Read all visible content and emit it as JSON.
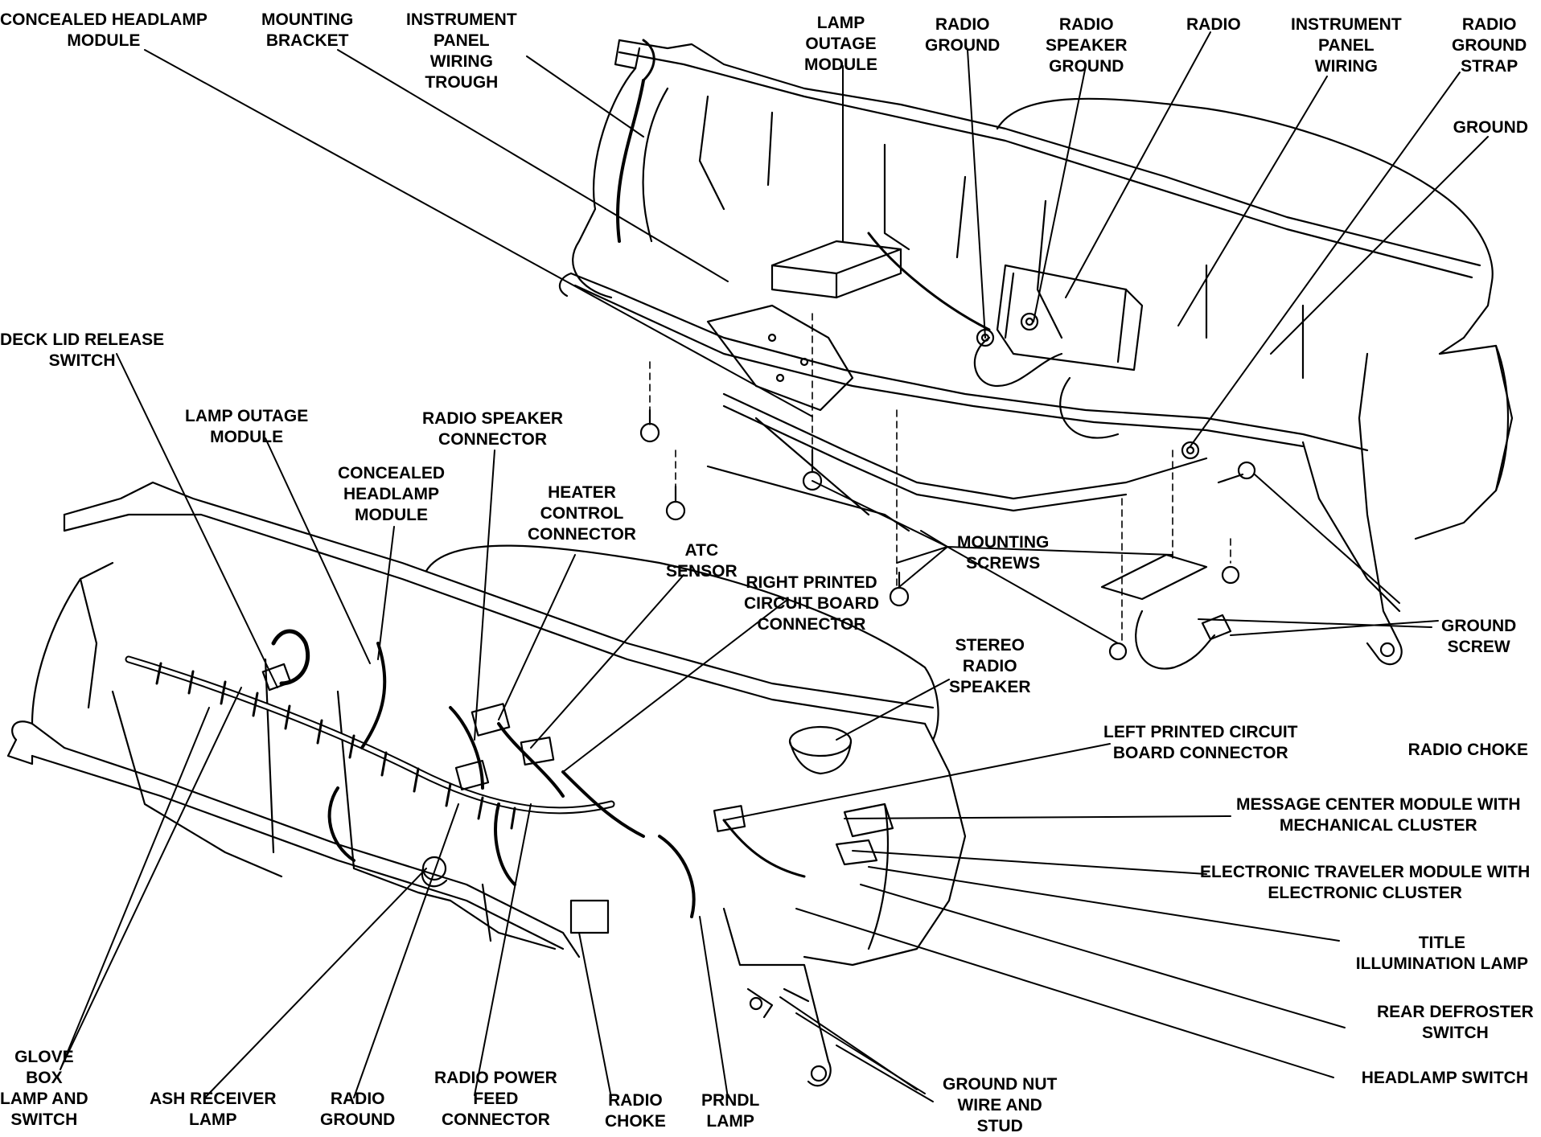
{
  "labels": {
    "top_concealed_headlamp_module": [
      "CONCEALED HEADLAMP",
      "MODULE"
    ],
    "top_mounting_bracket": [
      "MOUNTING",
      "BRACKET"
    ],
    "top_instrument_panel_wiring_trough": [
      "INSTRUMENT",
      "PANEL",
      "WIRING",
      "TROUGH"
    ],
    "top_lamp_outage_module": [
      "LAMP",
      "OUTAGE",
      "MODULE"
    ],
    "top_radio_ground": [
      "RADIO",
      "GROUND"
    ],
    "top_radio_speaker_ground": [
      "RADIO",
      "SPEAKER",
      "GROUND"
    ],
    "top_radio": [
      "RADIO"
    ],
    "top_instrument_panel_wiring": [
      "INSTRUMENT",
      "PANEL",
      "WIRING"
    ],
    "top_radio_ground_strap": [
      "RADIO",
      "GROUND",
      "STRAP"
    ],
    "top_ground": [
      "GROUND"
    ],
    "mounting_screws": [
      "MOUNTING",
      "SCREWS"
    ],
    "ground_screw": [
      "GROUND",
      "SCREW"
    ],
    "radio_choke_right": [
      "RADIO CHOKE"
    ],
    "deck_lid_release_switch": [
      "DECK LID RELEASE",
      "SWITCH"
    ],
    "bottom_lamp_outage_module": [
      "LAMP OUTAGE",
      "MODULE"
    ],
    "radio_speaker_connector": [
      "RADIO SPEAKER",
      "CONNECTOR"
    ],
    "bottom_concealed_headlamp_module": [
      "CONCEALED",
      "HEADLAMP",
      "MODULE"
    ],
    "heater_control_connector": [
      "HEATER",
      "CONTROL",
      "CONNECTOR"
    ],
    "atc_sensor": [
      "ATC",
      "SENSOR"
    ],
    "right_pcb_connector": [
      "RIGHT PRINTED",
      "CIRCUIT BOARD",
      "CONNECTOR"
    ],
    "stereo_radio_speaker": [
      "STEREO",
      "RADIO",
      "SPEAKER"
    ],
    "left_pcb_connector": [
      "LEFT PRINTED CIRCUIT",
      "BOARD CONNECTOR"
    ],
    "message_center_module": [
      "MESSAGE CENTER MODULE WITH",
      "MECHANICAL CLUSTER"
    ],
    "electronic_traveler_module": [
      "ELECTRONIC TRAVELER MODULE WITH",
      "ELECTRONIC CLUSTER"
    ],
    "title_illumination_lamp": [
      "TITLE",
      "ILLUMINATION LAMP"
    ],
    "rear_defroster_switch": [
      "REAR DEFROSTER",
      "SWITCH"
    ],
    "headlamp_switch": [
      "HEADLAMP SWITCH"
    ],
    "glove_box_lamp_switch": [
      "GLOVE",
      "BOX",
      "LAMP AND",
      "SWITCH"
    ],
    "ash_receiver_lamp": [
      "ASH RECEIVER",
      "LAMP"
    ],
    "bottom_radio_ground": [
      "RADIO",
      "GROUND"
    ],
    "radio_power_feed_connector": [
      "RADIO POWER",
      "FEED",
      "CONNECTOR"
    ],
    "bottom_radio_choke": [
      "RADIO",
      "CHOKE"
    ],
    "prndl_lamp": [
      "PRNDL",
      "LAMP"
    ],
    "ground_nut_wire_stud": [
      "GROUND NUT",
      "WIRE AND",
      "STUD"
    ]
  }
}
